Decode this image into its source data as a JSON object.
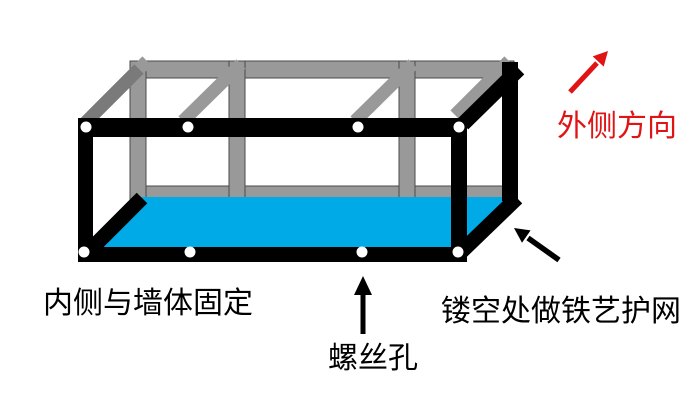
{
  "diagram": {
    "labels": {
      "inner_side_note": "内侧与墙体固定",
      "screw_hole_note": "螺丝孔",
      "mesh_note": "镂空处做铁艺护网",
      "outward_direction_note": "外侧方向"
    },
    "screw_holes": {
      "top_rail_count": 4,
      "bottom_rail_count": 4
    },
    "colors": {
      "beam_gray": "#999999",
      "beam_dark_gray": "#7a7a7a",
      "beam_outline": "#4a4a4a",
      "frame_black": "#000000",
      "floor_blue": "#00AAE6",
      "arrow_red": "#E01414",
      "hole_white": "#ffffff",
      "label_black": "#000000",
      "background_white": "#ffffff"
    }
  }
}
